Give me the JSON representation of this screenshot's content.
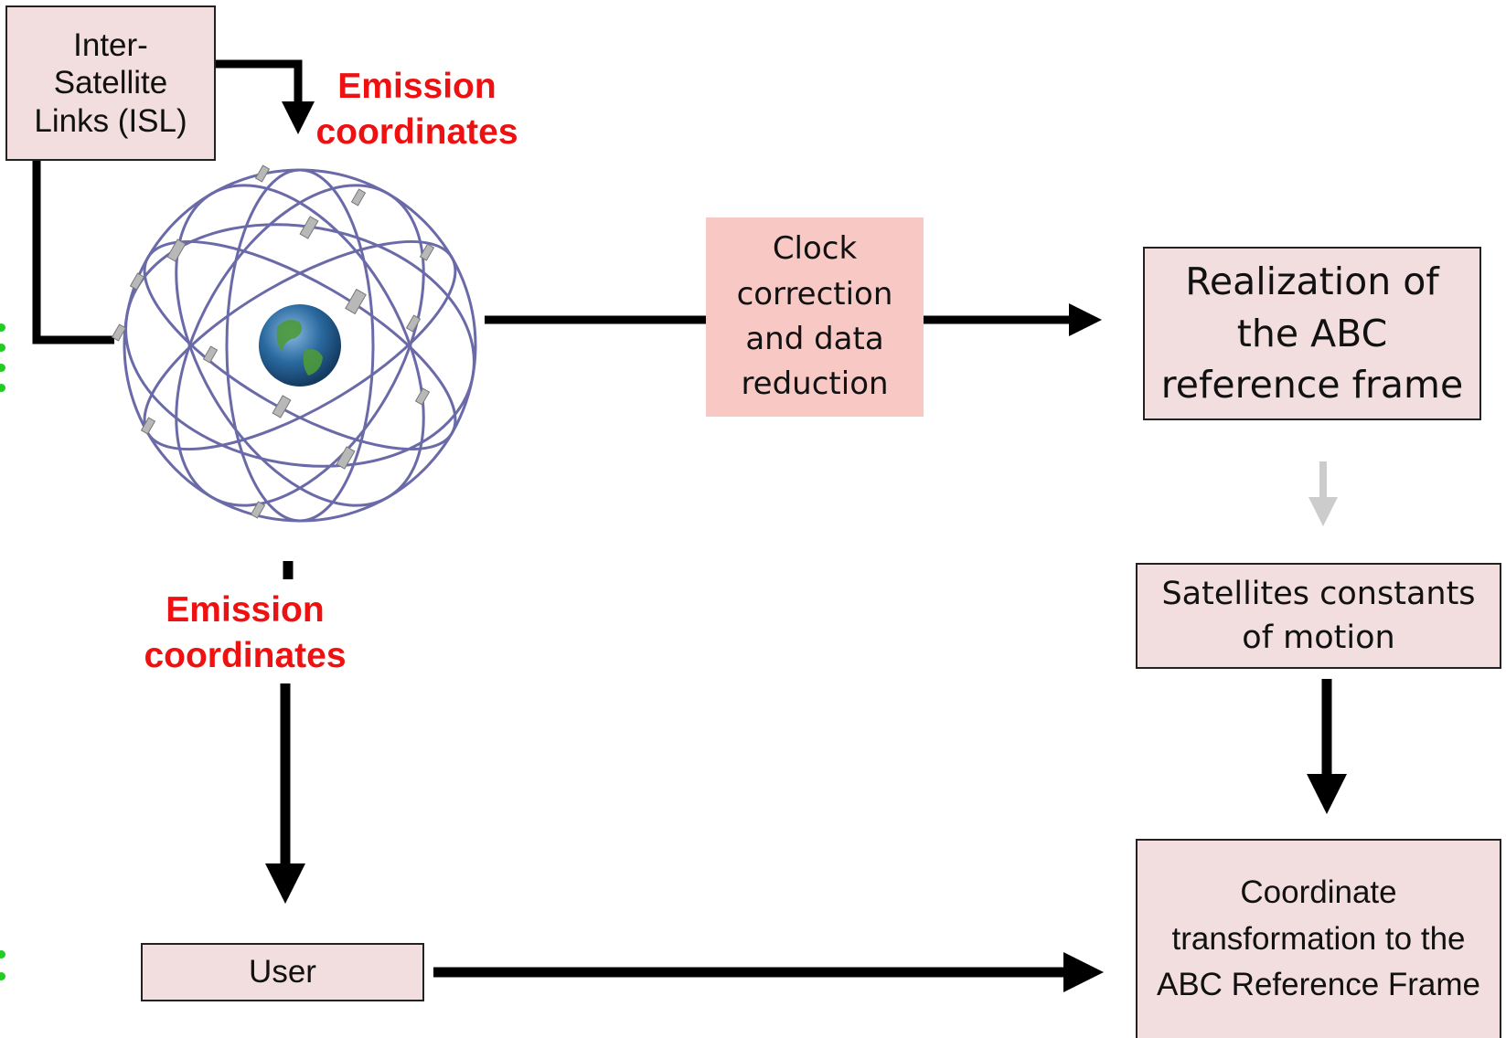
{
  "nodes": {
    "isl": "Inter-Satellite Links (ISL)",
    "emission_top": "Emission coordinates",
    "clock": "Clock correction and data reduction",
    "realization": "Realization of the ABC reference frame",
    "constants": "Satellites constants of motion",
    "emission_bottom": "Emission coordinates",
    "user": "User",
    "transform": "Coordinate transformation to the ABC Reference Frame"
  },
  "colors": {
    "box_fill": "#f2dede",
    "clock_fill": "#f8c8c4",
    "label_red": "#ee1111",
    "arrow": "#000000",
    "arrow_faded": "#cccccc",
    "orbit": "#6a6aa8",
    "earth_ocean": "#2a6aa0",
    "earth_land": "#4c9a3a"
  },
  "icons": {
    "constellation": "satellite-constellation-globe"
  }
}
